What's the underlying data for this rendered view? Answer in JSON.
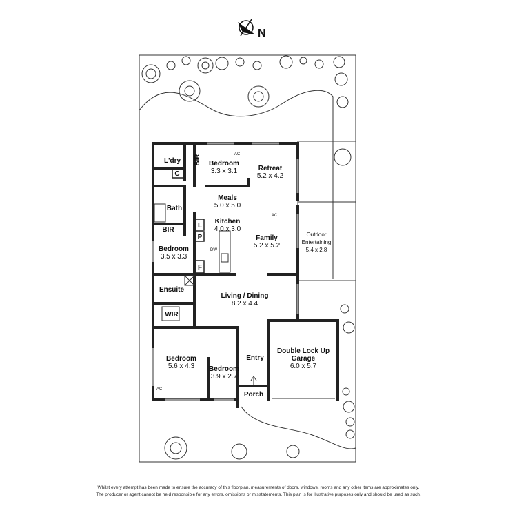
{
  "compass": {
    "label": "N",
    "icon": "north-arrow-icon"
  },
  "rooms": {
    "laundry": {
      "name": "L'dry"
    },
    "c_cupboard": {
      "name": "C"
    },
    "bir_top": {
      "name": "BIR"
    },
    "bedroom_top": {
      "name": "Bedroom",
      "size": "3.3 x 3.1"
    },
    "retreat": {
      "name": "Retreat",
      "size": "5.2 x 4.2"
    },
    "bath": {
      "name": "Bath"
    },
    "meals": {
      "name": "Meals",
      "size": "5.0 x 5.0"
    },
    "bir_mid": {
      "name": "BIR"
    },
    "kitchen": {
      "name": "Kitchen",
      "size": "4.0 x 3.0"
    },
    "l_cupboard": {
      "name": "L"
    },
    "p_pantry": {
      "name": "P"
    },
    "f_fridge": {
      "name": "F"
    },
    "dw": {
      "name": "DW"
    },
    "family": {
      "name": "Family",
      "size": "5.2 x 5.2"
    },
    "outdoor": {
      "name": "Outdoor",
      "name2": "Entertaining",
      "size": "5.4 x 2.8"
    },
    "bedroom_mid": {
      "name": "Bedroom",
      "size": "3.5 x 3.3"
    },
    "ensuite": {
      "name": "Ensuite"
    },
    "living": {
      "name": "Living / Dining",
      "size": "8.2 x 4.4"
    },
    "wir": {
      "name": "WIR"
    },
    "bedroom_master": {
      "name": "Bedroom",
      "size": "5.6 x 4.3"
    },
    "bedroom_small": {
      "name": "Bedroom",
      "size": "3.9 x 2.7"
    },
    "entry": {
      "name": "Entry"
    },
    "garage": {
      "name": "Double Lock Up",
      "name2": "Garage",
      "size": "6.0 x 5.7"
    },
    "porch": {
      "name": "Porch"
    }
  },
  "ac_labels": {
    "ac1": "AC",
    "ac2": "AC",
    "ac3": "AC"
  },
  "disclaimer": {
    "line1": "Whilst every attempt has been made to ensure the accuracy of this floorplan, measurements of doors, windows, rooms and any other items are approximates only.",
    "line2": "The producer or agent cannot be held responsible for any errors, omissions or misstatements. This plan is for illustrative purposes only and should be used as such."
  }
}
